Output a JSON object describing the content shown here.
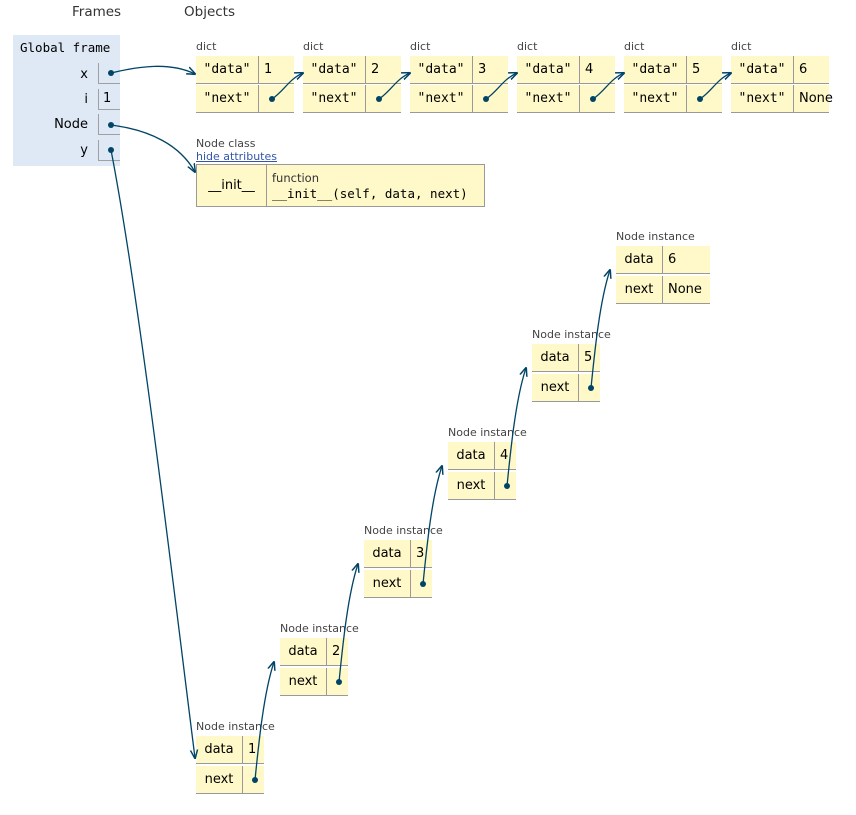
{
  "headers": {
    "frames": "Frames",
    "objects": "Objects"
  },
  "frame": {
    "title": "Global frame",
    "vars": [
      {
        "name": "x",
        "value": ""
      },
      {
        "name": "i",
        "value": "1"
      },
      {
        "name": "Node",
        "value": ""
      },
      {
        "name": "y",
        "value": ""
      }
    ]
  },
  "dicts": [
    {
      "type": "dict",
      "key_data": "\"data\"",
      "data": "1",
      "key_next": "\"next\"",
      "next": ""
    },
    {
      "type": "dict",
      "key_data": "\"data\"",
      "data": "2",
      "key_next": "\"next\"",
      "next": ""
    },
    {
      "type": "dict",
      "key_data": "\"data\"",
      "data": "3",
      "key_next": "\"next\"",
      "next": ""
    },
    {
      "type": "dict",
      "key_data": "\"data\"",
      "data": "4",
      "key_next": "\"next\"",
      "next": ""
    },
    {
      "type": "dict",
      "key_data": "\"data\"",
      "data": "5",
      "key_next": "\"next\"",
      "next": ""
    },
    {
      "type": "dict",
      "key_data": "\"data\"",
      "data": "6",
      "key_next": "\"next\"",
      "next": "None"
    }
  ],
  "node_class": {
    "label": "Node class",
    "hide_link": "hide attributes",
    "attr_name": "__init__",
    "func_label": "function",
    "signature": "__init__(self, data, next)"
  },
  "instances": [
    {
      "type": "Node instance",
      "key_data": "data",
      "data": "1",
      "key_next": "next",
      "next": ""
    },
    {
      "type": "Node instance",
      "key_data": "data",
      "data": "2",
      "key_next": "next",
      "next": ""
    },
    {
      "type": "Node instance",
      "key_data": "data",
      "data": "3",
      "key_next": "next",
      "next": ""
    },
    {
      "type": "Node instance",
      "key_data": "data",
      "data": "4",
      "key_next": "next",
      "next": ""
    },
    {
      "type": "Node instance",
      "key_data": "data",
      "data": "5",
      "key_next": "next",
      "next": ""
    },
    {
      "type": "Node instance",
      "key_data": "data",
      "data": "6",
      "key_next": "next",
      "next": "None"
    }
  ],
  "colors": {
    "arrow": "#004466",
    "object_bg": "#fff8c8",
    "frame_bg": "#dfe8f5"
  }
}
